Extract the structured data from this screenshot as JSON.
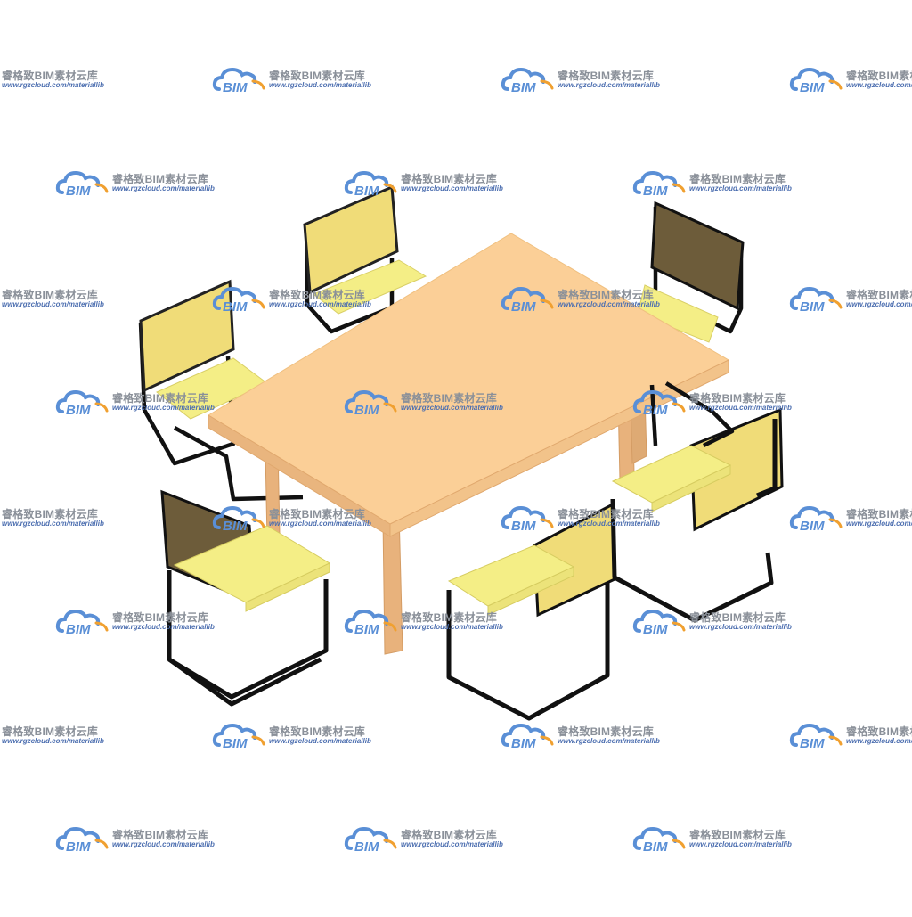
{
  "watermark": {
    "logo_text": "BIM",
    "brand": "睿格致BIM素材云库",
    "url": "www.rgzcloud.com/materiallib",
    "cloud_color": "#5a8fd6",
    "accent_color": "#f0a030"
  },
  "scene": {
    "subject": "dining-set",
    "table_count": 1,
    "chair_count": 6,
    "colors": {
      "table_top": "#fbcf97",
      "table_side": "#e9b57e",
      "table_leg": "#e8b27c",
      "seat": "#f4ee86",
      "seat_shade": "#ece37a",
      "back_light": "#f0dc78",
      "back_dark": "#6d5c3a",
      "frame": "#111111"
    }
  }
}
